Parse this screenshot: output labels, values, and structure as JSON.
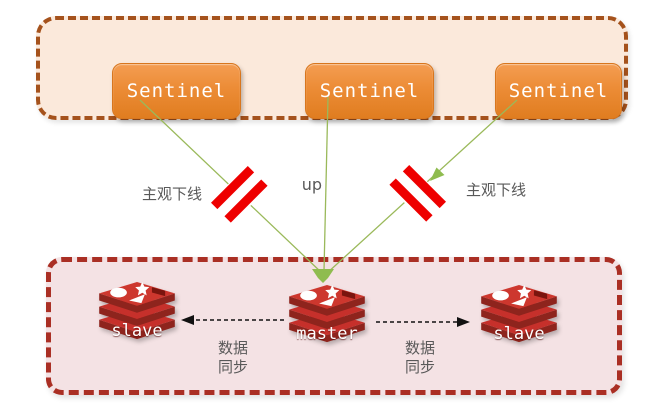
{
  "sentinels": [
    {
      "label": "Sentinel"
    },
    {
      "label": "Sentinel"
    },
    {
      "label": "Sentinel"
    }
  ],
  "redis_nodes": [
    {
      "role": "slave-left",
      "label": "slave"
    },
    {
      "role": "master",
      "label": "master"
    },
    {
      "role": "slave-right",
      "label": "slave"
    }
  ],
  "labels": {
    "up": "up",
    "subjective_offline_left": "主观下线",
    "subjective_offline_right": "主观下线",
    "data_sync_left": {
      "line1": "数据",
      "line2": "同步"
    },
    "data_sync_right": {
      "line1": "数据",
      "line2": "同步"
    }
  },
  "colors": {
    "sentinel_group_fill": "#FBE9DB",
    "sentinel_group_border": "#A5521C",
    "sentinel_box_orange": "#EC8C36",
    "replication_group_fill": "#F4E2E4",
    "replication_group_border": "#AA2F24",
    "redis_red": "#C6302B",
    "redis_dark_red": "#8E241D",
    "monitor_line_green": "#9AB95A",
    "offline_mark_red": "#EE0000",
    "label_gray": "#595959",
    "sync_arrow_black": "#111111"
  }
}
